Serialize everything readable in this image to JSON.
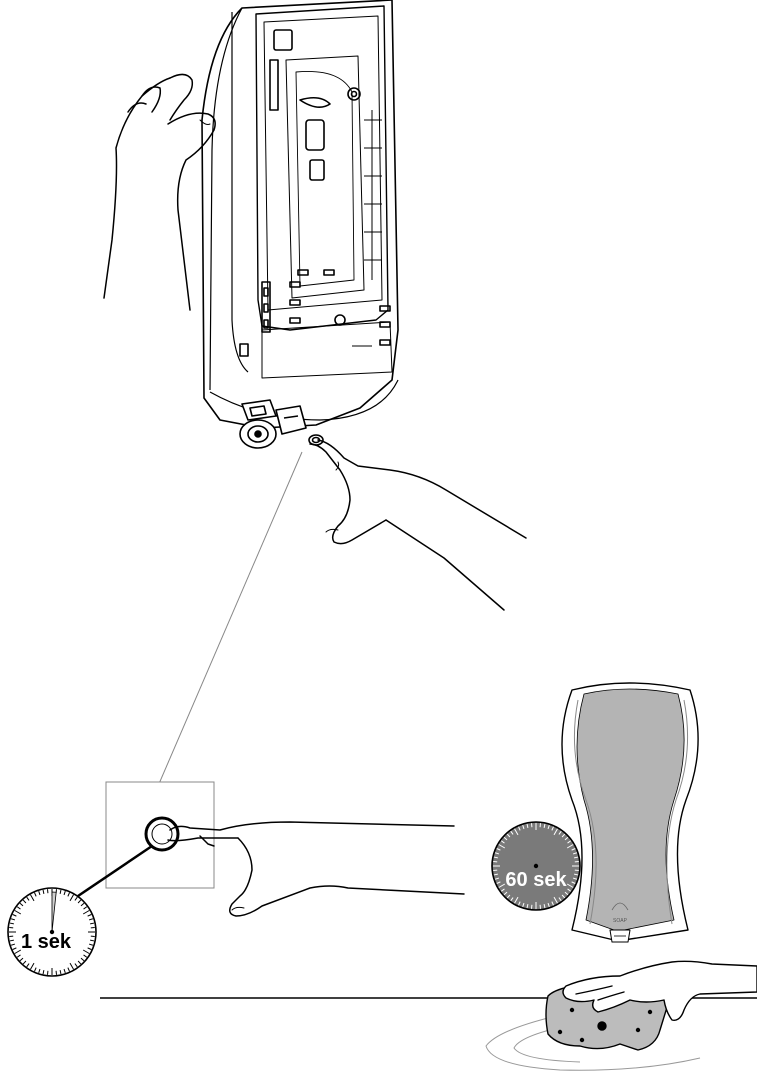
{
  "timers": {
    "short": {
      "label": "1 sek",
      "seconds": 1,
      "face_color": "#ffffff",
      "text_color": "#000000"
    },
    "long": {
      "label": "60 sek",
      "seconds": 60,
      "face_color": "#7a7a7a",
      "text_color": "#ffffff"
    }
  },
  "dispenser": {
    "brand_text": "SOAP"
  },
  "colors": {
    "line": "#000000",
    "dispenser_body": "#b4b4b4",
    "dispenser_light": "#dcdcdc",
    "countertop": "#c8c8c8"
  }
}
